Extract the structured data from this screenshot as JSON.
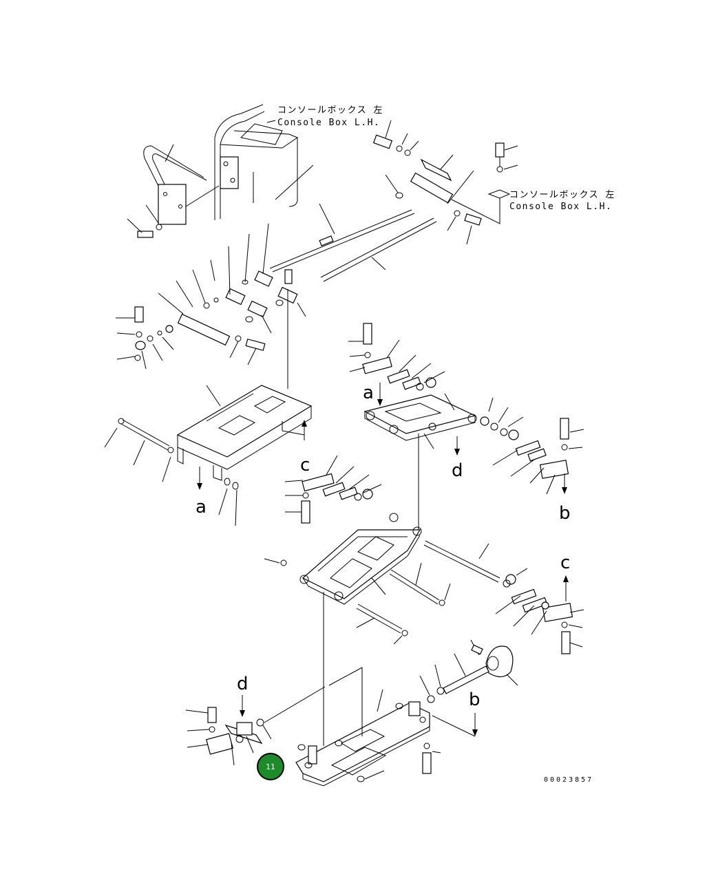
{
  "labels": {
    "console_top_jp": "コンソールボックス 左",
    "console_top_en": "Console Box L.H.",
    "console_right_jp": "コンソールボックス 左",
    "console_right_en": "Console Box L.H."
  },
  "refs": {
    "a_upper": "a",
    "a_lower": "a",
    "b_upper": "b",
    "b_lower": "b",
    "c_upper": "c",
    "c_lower": "c",
    "d_upper": "d",
    "d_lower": "d"
  },
  "badge": {
    "number": "11",
    "color": "#1e8a2a"
  },
  "drawing_number": "00023857"
}
